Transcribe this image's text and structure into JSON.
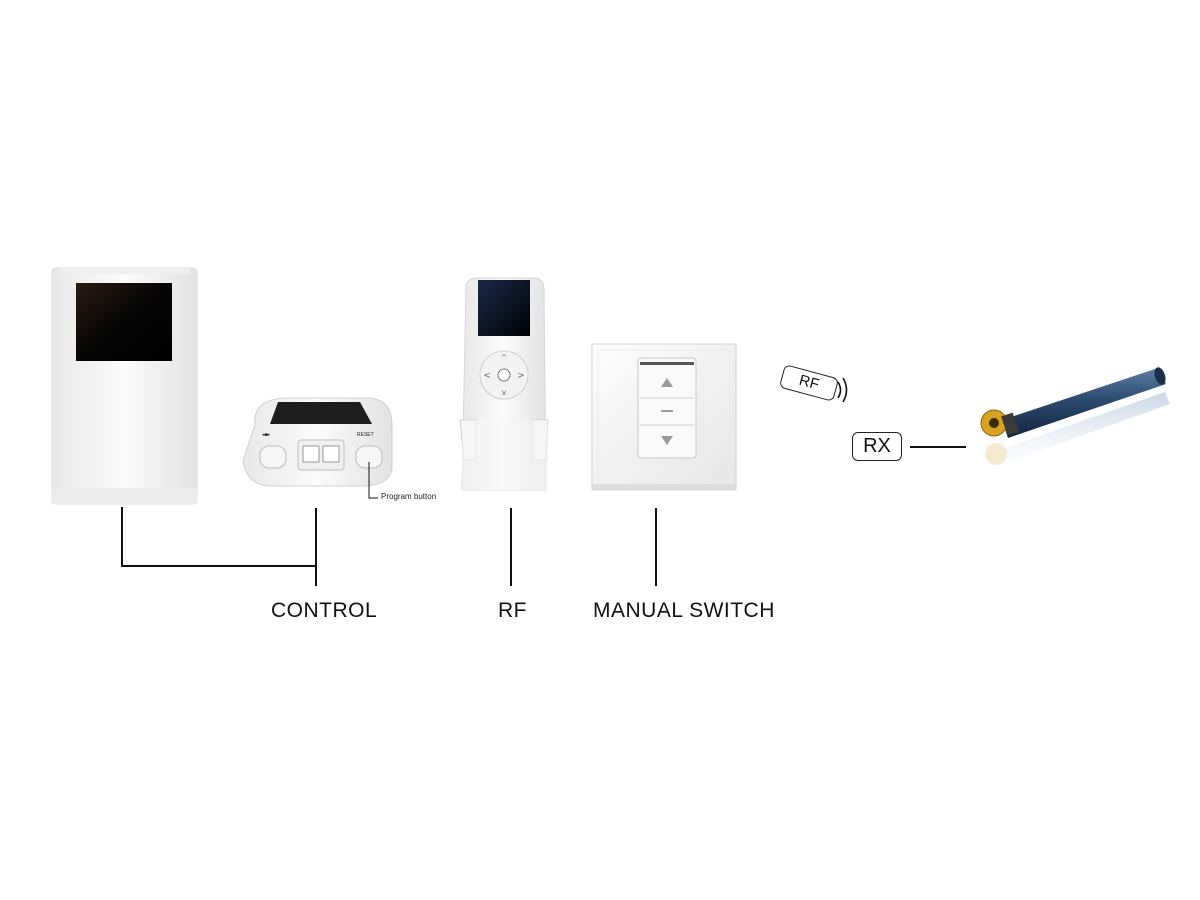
{
  "labels": {
    "control": "CONTROL",
    "rf": "RF",
    "manual_switch": "MANUAL SWITCH",
    "program_button": "Program button",
    "rf_signal": "RF",
    "rx": "RX"
  },
  "device_texts": {
    "hub_left_mark": "◂■▸",
    "hub_right_mark": "RESET"
  },
  "devices": [
    {
      "name": "wall-controller",
      "description_icon": "display-controller-icon"
    },
    {
      "name": "hub",
      "description_icon": "hub-device-icon"
    },
    {
      "name": "rf-remote",
      "description_icon": "remote-icon"
    },
    {
      "name": "manual-switch",
      "description_icon": "switch-panel-icon"
    },
    {
      "name": "tubular-motor",
      "description_icon": "tubular-motor-icon"
    }
  ],
  "colors": {
    "line": "#111111",
    "device_white": "#f4f4f4",
    "screen": "#0a0a0a",
    "motor_blue": "#2c4a6e",
    "motor_gold": "#d8a21e"
  }
}
